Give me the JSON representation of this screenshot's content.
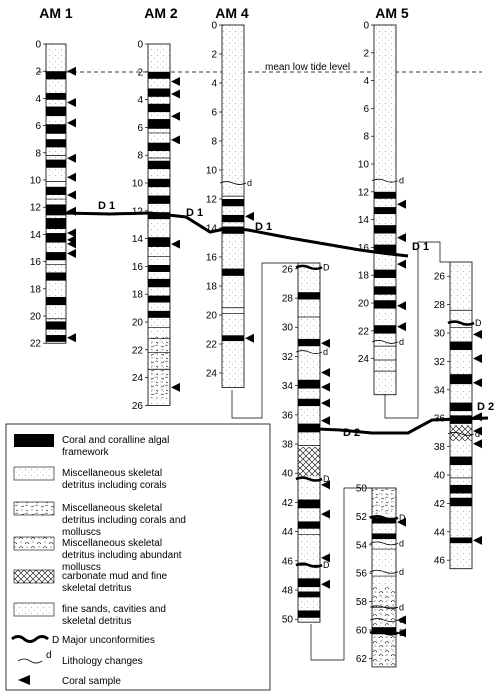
{
  "tide_label": "mean low tide level",
  "cores": [
    {
      "id": "am1",
      "title": "AM 1",
      "depth_min": 0,
      "depth_max": 22,
      "coral": [
        [
          2,
          2.6
        ],
        [
          3.6,
          4.1
        ],
        [
          4.6,
          5.3
        ],
        [
          5.9,
          6.6
        ],
        [
          7,
          7.6
        ],
        [
          8.5,
          9.1
        ],
        [
          10.5,
          11.1
        ],
        [
          11.8,
          12.6
        ],
        [
          12.8,
          13.6
        ],
        [
          13.9,
          14.6
        ],
        [
          15.3,
          15.9
        ],
        [
          16.8,
          17.4
        ],
        [
          18.6,
          19.2
        ],
        [
          20.4,
          21
        ],
        [
          21.4,
          21.9
        ]
      ],
      "samples": [
        2,
        4.3,
        5.8,
        8.4,
        9.8,
        11.1,
        12.3,
        13.9,
        14.4,
        14.7,
        15.4,
        21.6
      ],
      "changes": [
        8.2,
        10.1,
        11.4,
        16.2,
        20.2
      ],
      "labels": [
        0,
        2,
        4,
        6,
        8,
        10,
        12,
        14,
        16,
        18,
        20,
        22
      ]
    },
    {
      "id": "am2",
      "title": "AM 2",
      "depth_min": 0,
      "depth_max": 26,
      "coral": [
        [
          2,
          2.5
        ],
        [
          3.2,
          3.8
        ],
        [
          4.3,
          4.9
        ],
        [
          5.4,
          6.1
        ],
        [
          7.1,
          7.7
        ],
        [
          8.4,
          9
        ],
        [
          9.7,
          10.3
        ],
        [
          10.9,
          11.5
        ],
        [
          12.1,
          12.6
        ],
        [
          13.9,
          14.6
        ],
        [
          15.9,
          16.4
        ],
        [
          16.9,
          17.5
        ],
        [
          18.1,
          18.6
        ],
        [
          19.2,
          19.7
        ]
      ],
      "samples": [
        2.7,
        3.6,
        5.2,
        6.9,
        14.4,
        24.7
      ],
      "changes": [
        6.4,
        8.2,
        11.2,
        15.3,
        20.4,
        21.2,
        22.2,
        23.4
      ],
      "labels": [
        0,
        2,
        4,
        6,
        8,
        10,
        12,
        14,
        16,
        18,
        20,
        22,
        24,
        26
      ]
    },
    {
      "id": "am4",
      "title": "AM 4",
      "depth_min": 0,
      "depth_max": 25,
      "coral": [
        [
          12,
          12.5
        ],
        [
          13.1,
          13.6
        ],
        [
          13.9,
          14.4
        ],
        [
          16.8,
          17.3
        ],
        [
          21.4,
          21.8
        ]
      ],
      "samples": [
        13.2,
        21.6
      ],
      "changes": [
        11.8,
        19.5,
        19.9
      ],
      "labels": [
        0,
        2,
        4,
        6,
        8,
        10,
        12,
        14,
        16,
        18,
        20,
        22,
        24
      ]
    },
    {
      "id": "am4b",
      "title": "",
      "depth_min": 25.6,
      "depth_max": 50.2,
      "coral": [
        [
          27.6,
          28.1
        ],
        [
          30.8,
          31.3
        ],
        [
          33.6,
          34.2
        ],
        [
          34.9,
          35.4
        ],
        [
          36.6,
          37.2
        ],
        [
          41.8,
          42.4
        ],
        [
          43.3,
          43.8
        ],
        [
          47.2,
          47.8
        ],
        [
          48.1,
          48.5
        ],
        [
          49.4,
          49.9
        ]
      ],
      "samples": [
        31.1,
        33.1,
        34.1,
        35.2,
        36.4,
        40.8,
        42.8,
        45.8,
        47.6
      ],
      "changes": [
        29.3,
        38.1,
        44.2,
        46.3
      ],
      "labels": [
        26,
        28,
        30,
        32,
        34,
        36,
        38,
        40,
        42,
        44,
        46,
        48,
        50
      ]
    },
    {
      "id": "am5",
      "title": "AM 5",
      "depth_min": 0,
      "depth_max": 26.6,
      "coral": [
        [
          12,
          12.5
        ],
        [
          13.1,
          13.6
        ],
        [
          14.4,
          15
        ],
        [
          15.8,
          16.4
        ],
        [
          17.6,
          18.2
        ],
        [
          18.8,
          19.4
        ],
        [
          19.8,
          20.4
        ],
        [
          21.6,
          22.2
        ]
      ],
      "samples": [
        12.9,
        15.3,
        17.2,
        20.2,
        21.7
      ],
      "changes": [
        23.1,
        24.1,
        24.9
      ],
      "labels": [
        0,
        2,
        4,
        6,
        8,
        10,
        12,
        14,
        16,
        18,
        20,
        22,
        24
      ]
    },
    {
      "id": "am5b",
      "title": "",
      "depth_min": 25,
      "depth_max": 46.6,
      "coral": [
        [
          30.6,
          31.2
        ],
        [
          32.9,
          33.6
        ],
        [
          34.9,
          35.5
        ],
        [
          35.8,
          36.4
        ],
        [
          38.7,
          39.3
        ],
        [
          40.7,
          41.3
        ],
        [
          41.6,
          42.2
        ],
        [
          44.4,
          44.8
        ]
      ],
      "samples": [
        30.1,
        31.8,
        33.5,
        35.9,
        36.9,
        37.8,
        44.6
      ],
      "changes": [
        28.4,
        29.6,
        40.2
      ],
      "labels": [
        26,
        28,
        30,
        32,
        34,
        36,
        38,
        40,
        42,
        44,
        46
      ]
    },
    {
      "id": "am4c",
      "title": "",
      "depth_min": 50,
      "depth_max": 62.6,
      "coral": [
        [
          52.1,
          52.5
        ],
        [
          53.2,
          53.6
        ],
        [
          59.8,
          60.3
        ]
      ],
      "samples": [
        52.4,
        59.3,
        60.2
      ],
      "changes": [
        54.3,
        56.2,
        58.4
      ],
      "labels": [
        50,
        52,
        54,
        56,
        58,
        60,
        62
      ]
    }
  ],
  "letters": [
    {
      "core": "am4",
      "depth": 10.9,
      "text": "d"
    },
    {
      "core": "am4b",
      "depth": 25.9,
      "text": "D"
    },
    {
      "core": "am4b",
      "depth": 31.7,
      "text": "d"
    },
    {
      "core": "am4b",
      "depth": 40.4,
      "text": "D"
    },
    {
      "core": "am4b",
      "depth": 46.3,
      "text": "D"
    },
    {
      "core": "am5",
      "depth": 11.2,
      "text": "d"
    },
    {
      "core": "am5",
      "depth": 22.8,
      "text": "d"
    },
    {
      "core": "am5b",
      "depth": 29.3,
      "text": "D"
    },
    {
      "core": "am5b",
      "depth": 37.1,
      "text": "d"
    },
    {
      "core": "am4c",
      "depth": 52.1,
      "text": "D"
    },
    {
      "core": "am4c",
      "depth": 53.9,
      "text": "d"
    },
    {
      "core": "am4c",
      "depth": 55.9,
      "text": "d"
    },
    {
      "core": "am4c",
      "depth": 58.4,
      "text": "d"
    },
    {
      "core": "am4c",
      "depth": 59.3,
      "text": "d"
    },
    {
      "core": "am4c",
      "depth": 60.2,
      "text": "D"
    }
  ],
  "unconformities": {
    "d1": "D 1",
    "d2": "D 2"
  },
  "legend": {
    "coral": "Coral and coralline algal framework",
    "misc_corals": "Miscellaneous skeletal detritus including corals",
    "misc_molluscs": "Miscellaneous skeletal detritus including corals and molluscs",
    "misc_abundant": "Miscellaneous skeletal detritus including abundant molluscs",
    "mud": "carbonate mud and fine skeletal detritus",
    "sands": "fine sands, cavities and skeletal detritus",
    "major_unconf": "Major unconformities",
    "major_letter": "D",
    "changes": "Lithology changes",
    "changes_letter": "d",
    "sample": "Coral sample"
  },
  "colors": {
    "ink": "#000000",
    "paper": "#ffffff",
    "dots": "#8a8a8a"
  }
}
